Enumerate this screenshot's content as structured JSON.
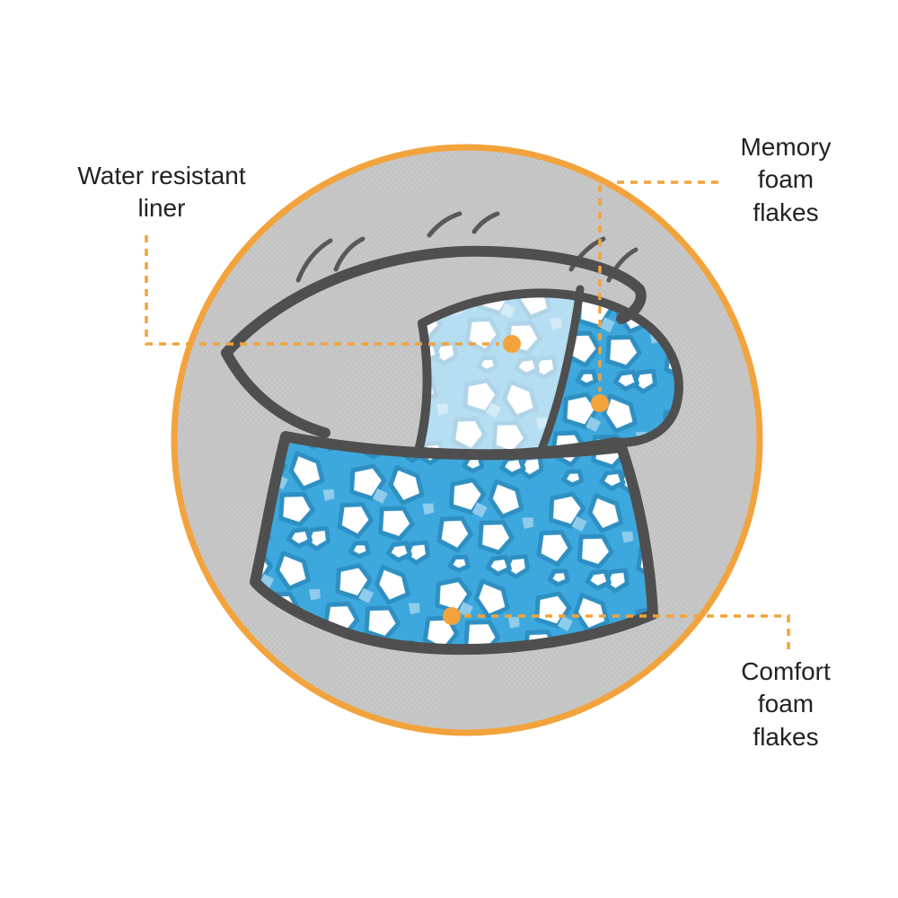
{
  "callouts": {
    "water_liner": {
      "lines": [
        "Water resistant",
        "liner"
      ]
    },
    "memory_foam": {
      "lines": [
        "Memory",
        "foam",
        "flakes"
      ]
    },
    "comfort_foam": {
      "lines": [
        "Comfort",
        "foam",
        "flakes"
      ]
    }
  },
  "colors": {
    "accent_orange": "#F2A33C",
    "foam_blue": "#3DA8DD",
    "foam_flake_outline": "#2E8FC2",
    "foam_flake_light": "#8FCBEA",
    "fabric_gray": "#C8C8C8",
    "outline_dark_gray": "#4F4F4F",
    "label_text": "#222222"
  }
}
